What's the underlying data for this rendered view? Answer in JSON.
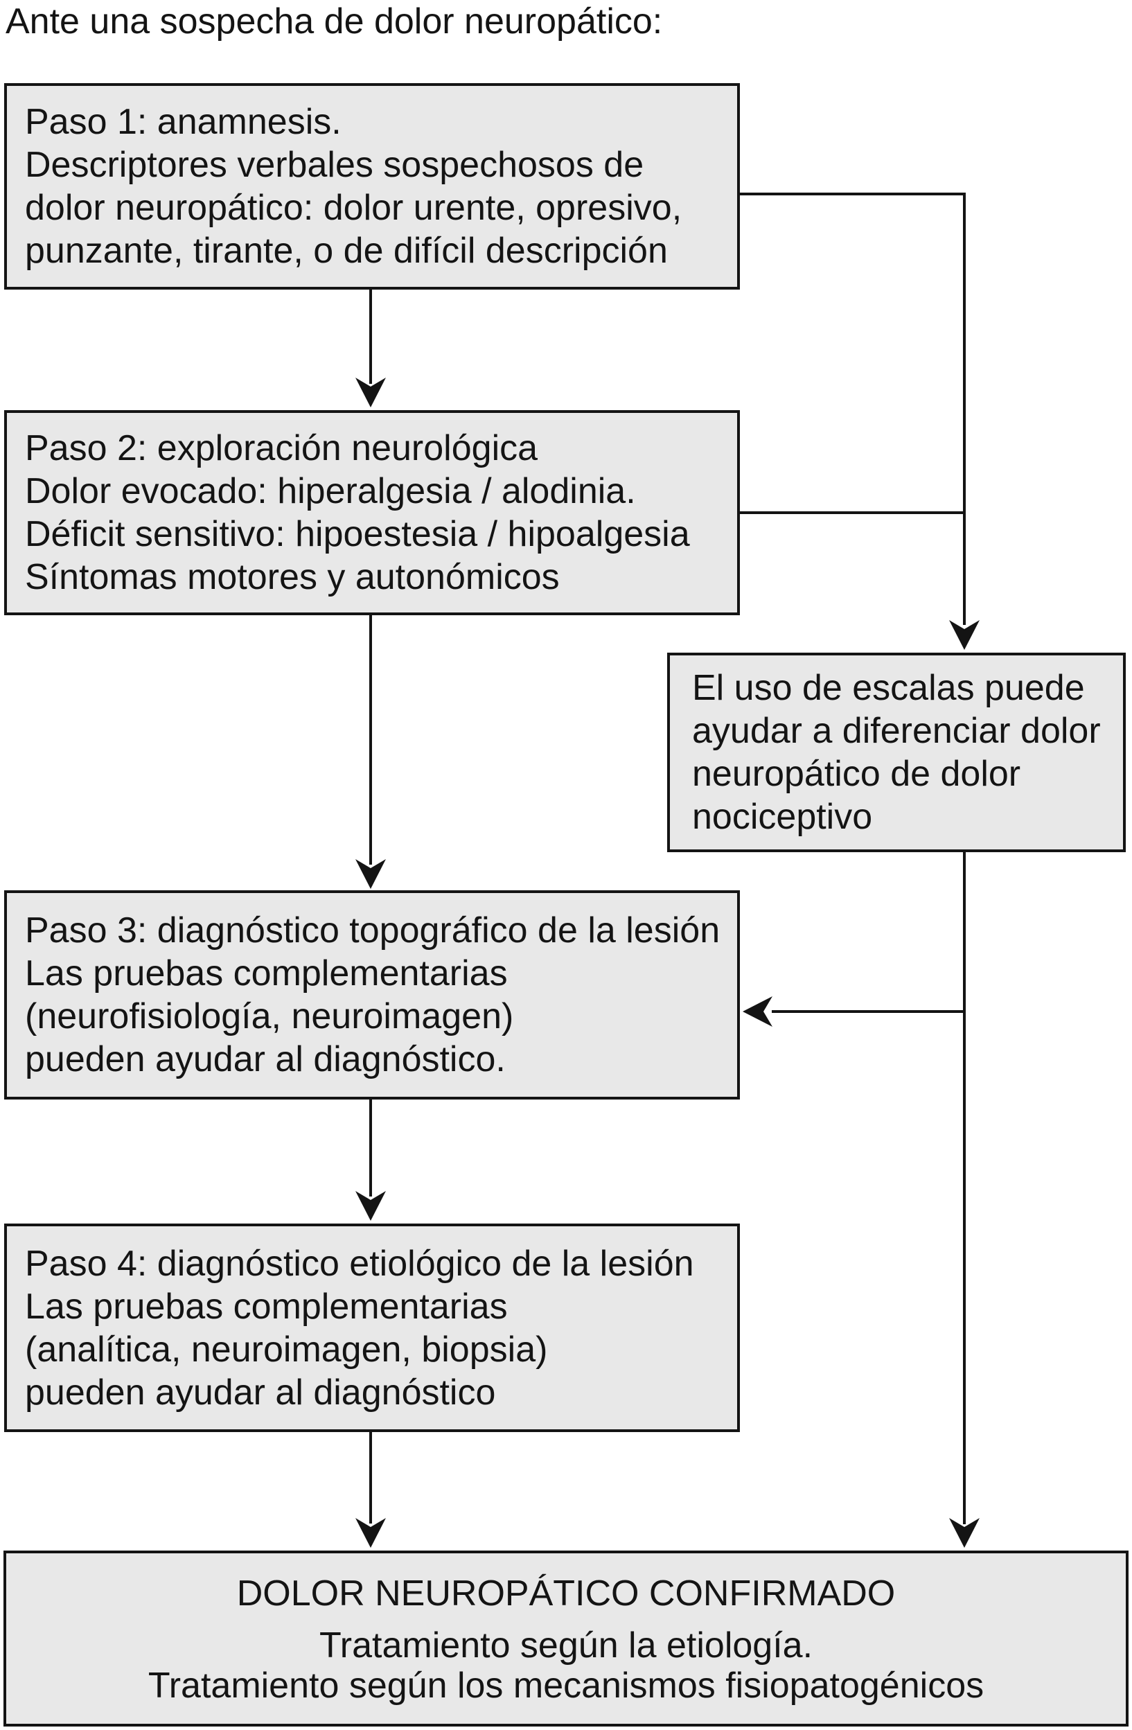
{
  "title": "Ante una sospecha de dolor neuropático:",
  "boxes": {
    "paso1": {
      "lines": [
        "Paso 1: anamnesis.",
        "Descriptores verbales sospechosos de",
        "dolor neuropático: dolor urente, opresivo,",
        "punzante, tirante, o de difícil descripción"
      ]
    },
    "paso2": {
      "lines": [
        "Paso 2: exploración neurológica",
        "Dolor evocado: hiperalgesia / alodinia.",
        "Déficit sensitivo: hipoestesia / hipoalgesia",
        "Síntomas motores y autonómicos"
      ]
    },
    "escalas": {
      "lines": [
        "El uso de escalas puede",
        "ayudar a diferenciar dolor",
        "neuropático de dolor",
        "nociceptivo"
      ]
    },
    "paso3": {
      "lines": [
        "Paso 3: diagnóstico topográfico de la lesión",
        "Las pruebas complementarias",
        "(neurofisiología, neuroimagen)",
        "pueden ayudar al diagnóstico."
      ]
    },
    "paso4": {
      "lines": [
        "Paso 4: diagnóstico etiológico de la lesión",
        "Las pruebas complementarias",
        "(analítica, neuroimagen, biopsia)",
        "pueden ayudar al diagnóstico"
      ]
    },
    "confirmado": {
      "heading": "DOLOR NEUROPÁTICO CONFIRMADO",
      "lines": [
        "Tratamiento según la etiología.",
        "Tratamiento según los mecanismos fisiopatogénicos"
      ]
    }
  },
  "colors": {
    "background": "#ffffff",
    "box_fill": "#e8e8e8",
    "box_border": "#141414",
    "connector": "#141414",
    "text": "#141414"
  }
}
